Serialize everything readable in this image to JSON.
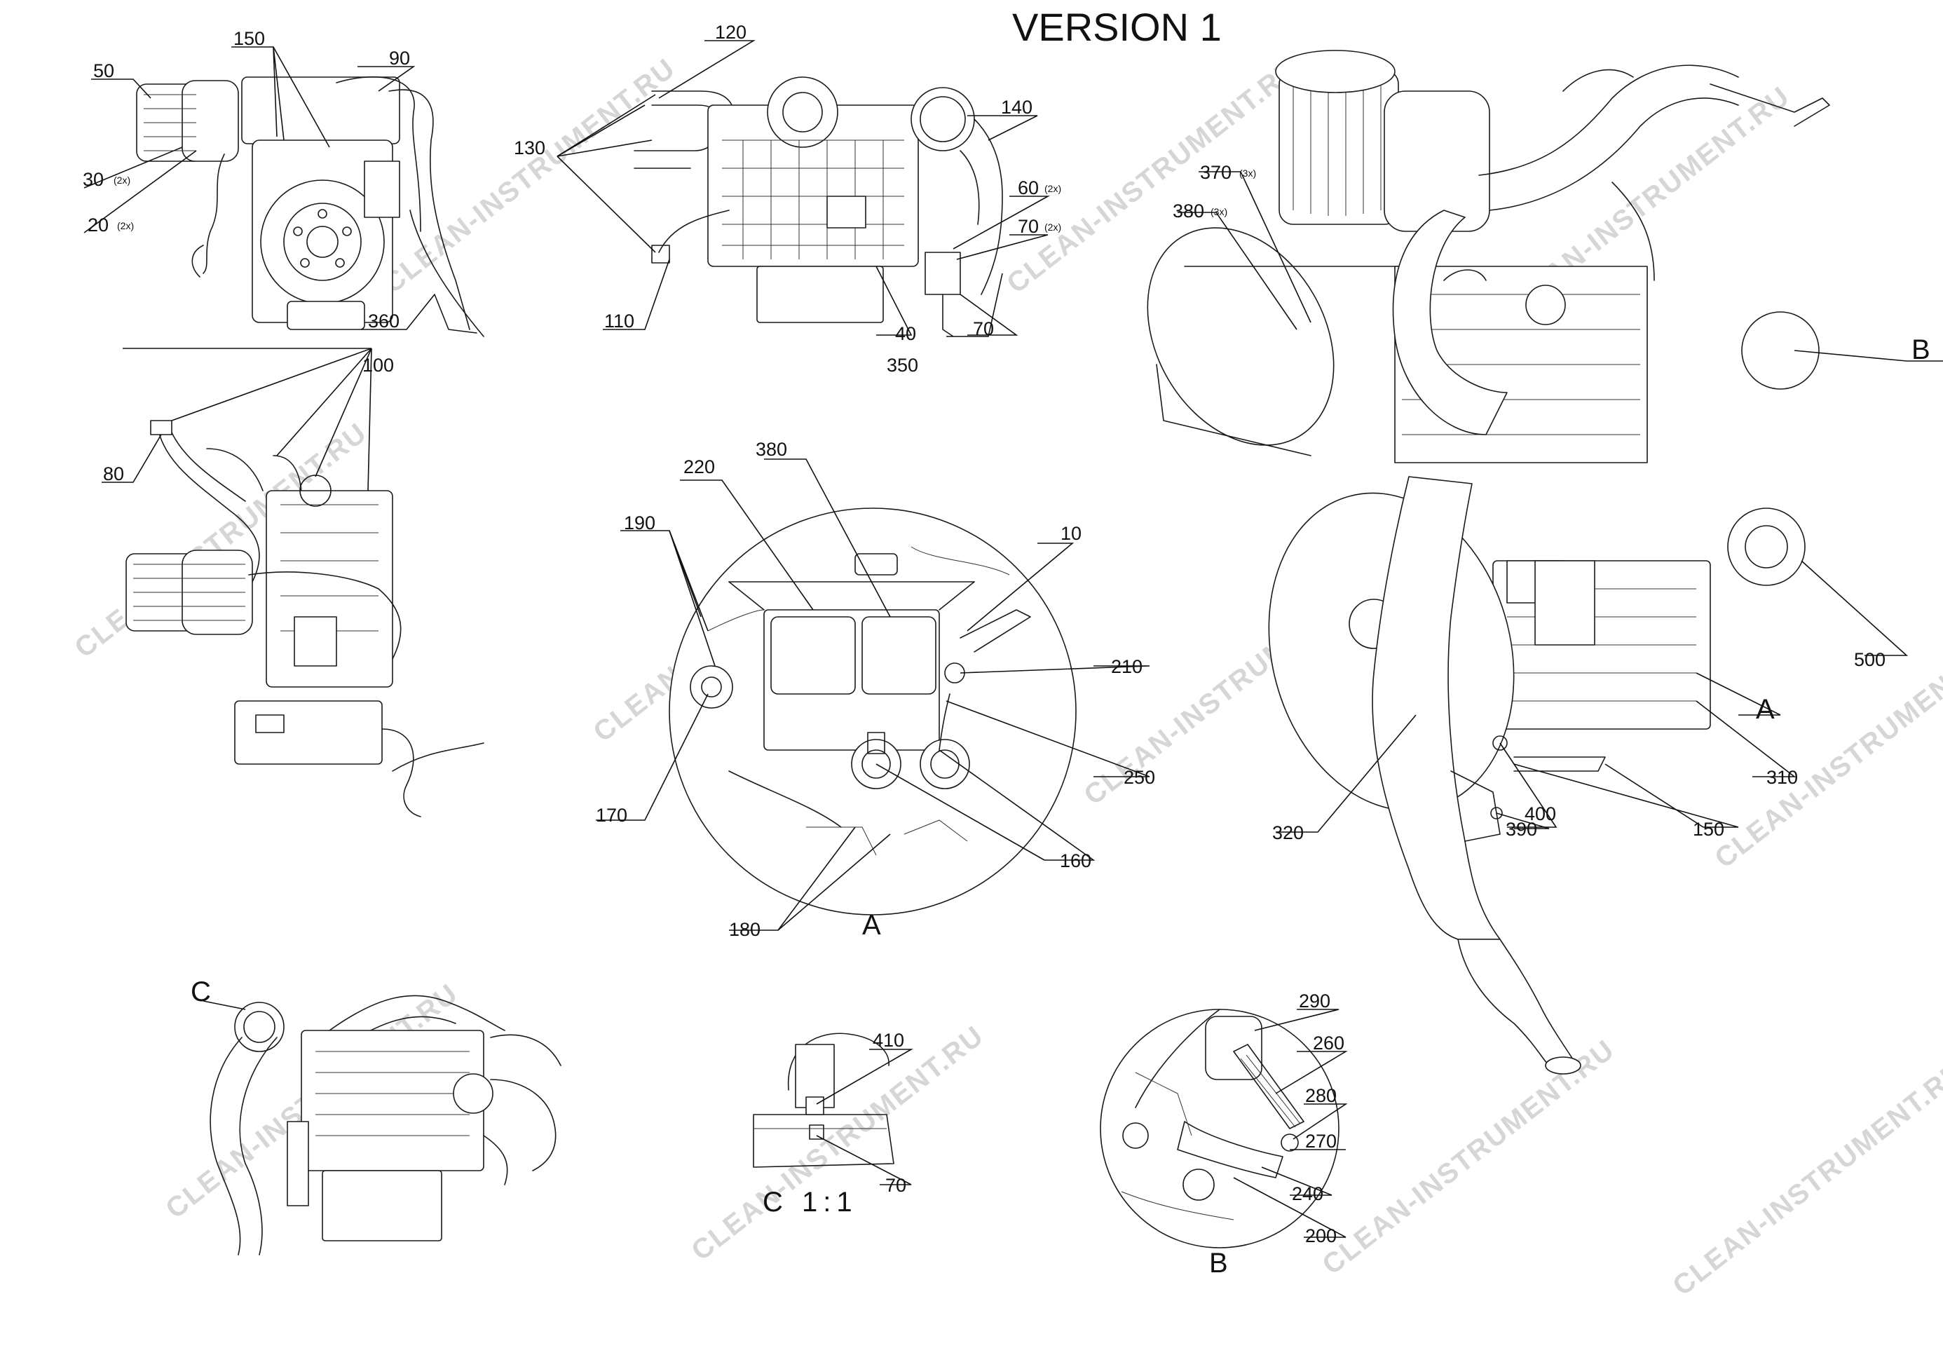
{
  "title": "VERSION 1",
  "watermark": "CLEAN-INSTRUMENT.RU",
  "views": {
    "detail_a": "A",
    "detail_b": "B",
    "detail_c": "C",
    "detail_c_scale": "C 1:1"
  },
  "callouts": {
    "c10": "10",
    "c20": "20",
    "c30": "30",
    "c40": "40",
    "c50": "50",
    "c60": "60",
    "c70": "70",
    "c80": "80",
    "c90": "90",
    "c100": "100",
    "c110": "110",
    "c120": "120",
    "c130": "130",
    "c140": "140",
    "c150": "150",
    "c160": "160",
    "c170": "170",
    "c180": "180",
    "c190": "190",
    "c200": "200",
    "c210": "210",
    "c220": "220",
    "c240": "240",
    "c250": "250",
    "c260": "260",
    "c270": "270",
    "c280": "280",
    "c290": "290",
    "c310": "310",
    "c320": "320",
    "c350": "350",
    "c360": "360",
    "c370": "370",
    "c380": "380",
    "c390": "390",
    "c400": "400",
    "c410": "410",
    "c500": "500"
  },
  "quantities": {
    "q2x": "(2x)",
    "q3x": "(3x)"
  }
}
